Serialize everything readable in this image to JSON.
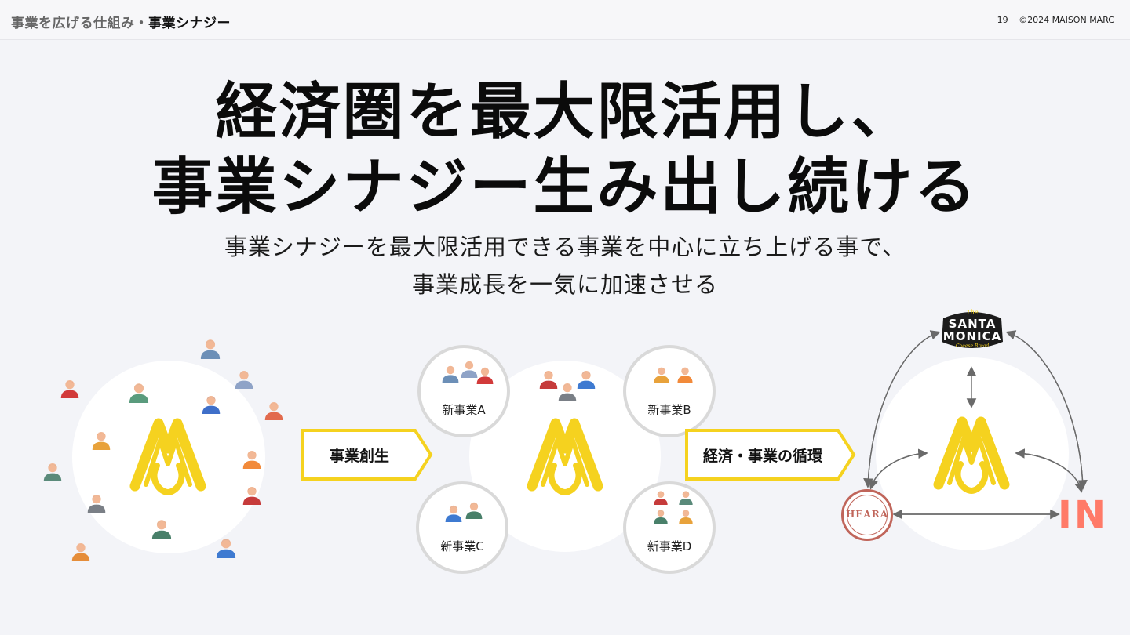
{
  "header": {
    "breadcrumb_prefix": "事業を広げる仕組み・",
    "breadcrumb_current": "事業シナジー",
    "page_number": "19",
    "copyright": "©2024 MAISON MARC"
  },
  "title": {
    "line1": "経済圏を最大限活用し、",
    "line2": "事業シナジー生み出し続ける"
  },
  "subtitle": {
    "line1": "事業シナジーを最大限活用できる事業を中心に立ち上げる事で、",
    "line2": "事業成長を一気に加速させる"
  },
  "arrows": {
    "creation": "事業創生",
    "circulation": "経済・事業の循環"
  },
  "businesses": {
    "a": "新事業A",
    "b": "新事業B",
    "c": "新事業C",
    "d": "新事業D"
  },
  "brands": {
    "santa_small": "The",
    "santa_line1": "SANTA",
    "santa_line2": "MONICA",
    "santa_script": "Cheese Bread",
    "heara": "HEARA",
    "in_logo": "IN"
  },
  "colors": {
    "accent_yellow": "#f5d21f",
    "in_logo": "#ff7a68",
    "heara": "#c0655a"
  }
}
